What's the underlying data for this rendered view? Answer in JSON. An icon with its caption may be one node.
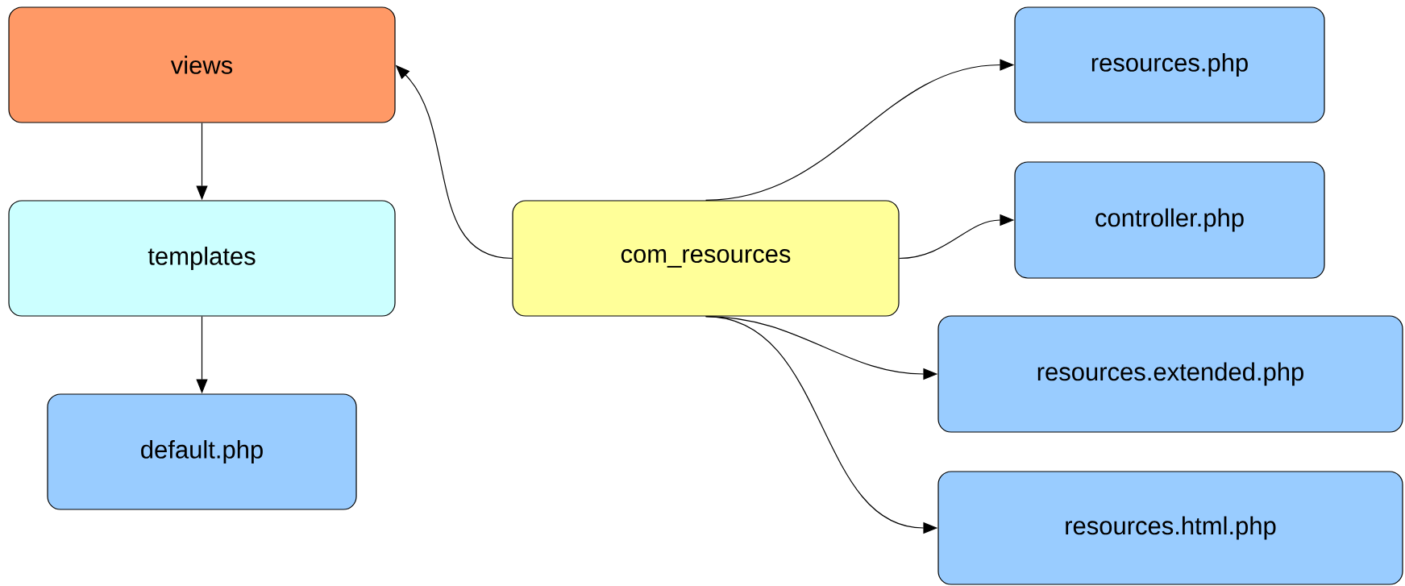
{
  "diagram": {
    "nodes": [
      {
        "text": [
          "views"
        ]
      },
      {
        "text": [
          "templates"
        ]
      },
      {
        "text": [
          "default.php"
        ]
      },
      {
        "text": [
          "com_resources"
        ]
      },
      {
        "text": [
          "resources.php"
        ]
      },
      {
        "text": [
          "controller.php"
        ]
      },
      {
        "text": [
          "resources.extended.php"
        ]
      },
      {
        "text": [
          "resources.html.php"
        ]
      }
    ],
    "edges": [
      {
        "from": 0,
        "to": 1,
        "arrow": "to"
      },
      {
        "from": 1,
        "to": 2,
        "arrow": "to"
      },
      {
        "from": 3,
        "to": 0,
        "arrow": "to"
      },
      {
        "from": 3,
        "to": 4,
        "arrow": "to"
      },
      {
        "from": 3,
        "to": 5,
        "arrow": "to"
      },
      {
        "from": 3,
        "to": 6,
        "arrow": "to"
      },
      {
        "from": 3,
        "to": 7,
        "arrow": "to"
      }
    ]
  }
}
